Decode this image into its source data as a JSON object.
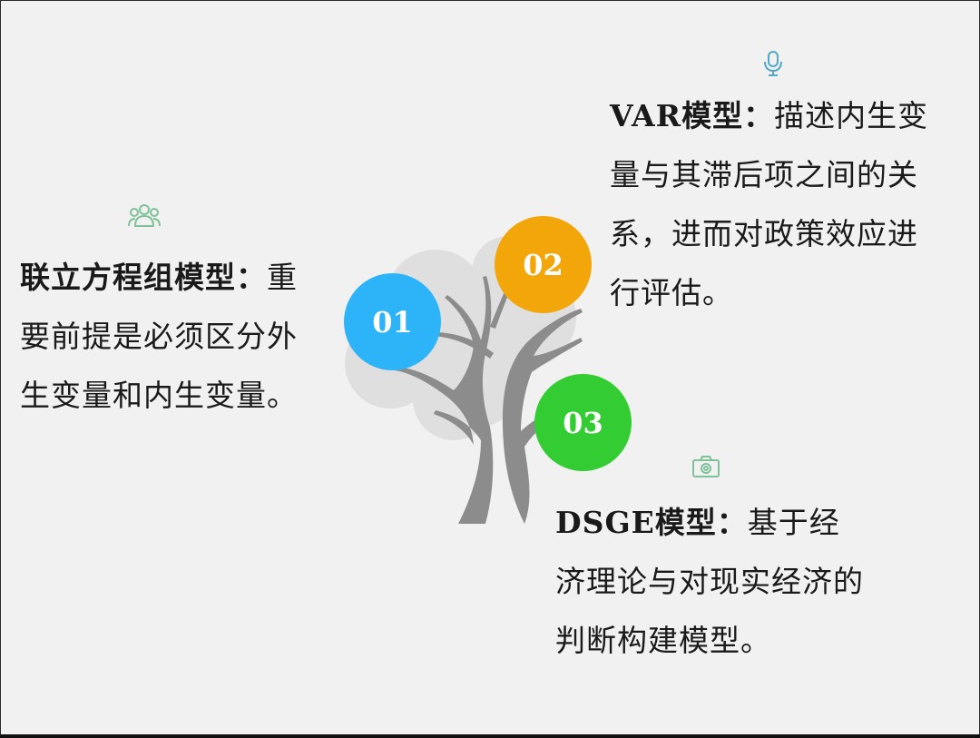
{
  "items": [
    {
      "number": "01",
      "title": "联立方程组模型：",
      "desc": "重要前提是必须区分外生变量和内生变量。",
      "icon": "people-group-icon",
      "color": "#2cb3f8"
    },
    {
      "number": "02",
      "title": "VAR模型：",
      "desc": "描述内生变量与其滞后项之间的关系，进而对政策效应进行评估。",
      "icon": "microphone-icon",
      "color": "#f2a60a"
    },
    {
      "number": "03",
      "title": "DSGE模型：",
      "desc": "基于经济理论与对现实经济的判断构建模型。",
      "icon": "camera-icon",
      "color": "#33cc33"
    }
  ],
  "colors": {
    "tree": "#8c8c8c",
    "foliage": "#dcdcdc",
    "icon_people": "#7fc29a",
    "icon_mic": "#52a8c8",
    "icon_camera": "#7fc29a"
  }
}
